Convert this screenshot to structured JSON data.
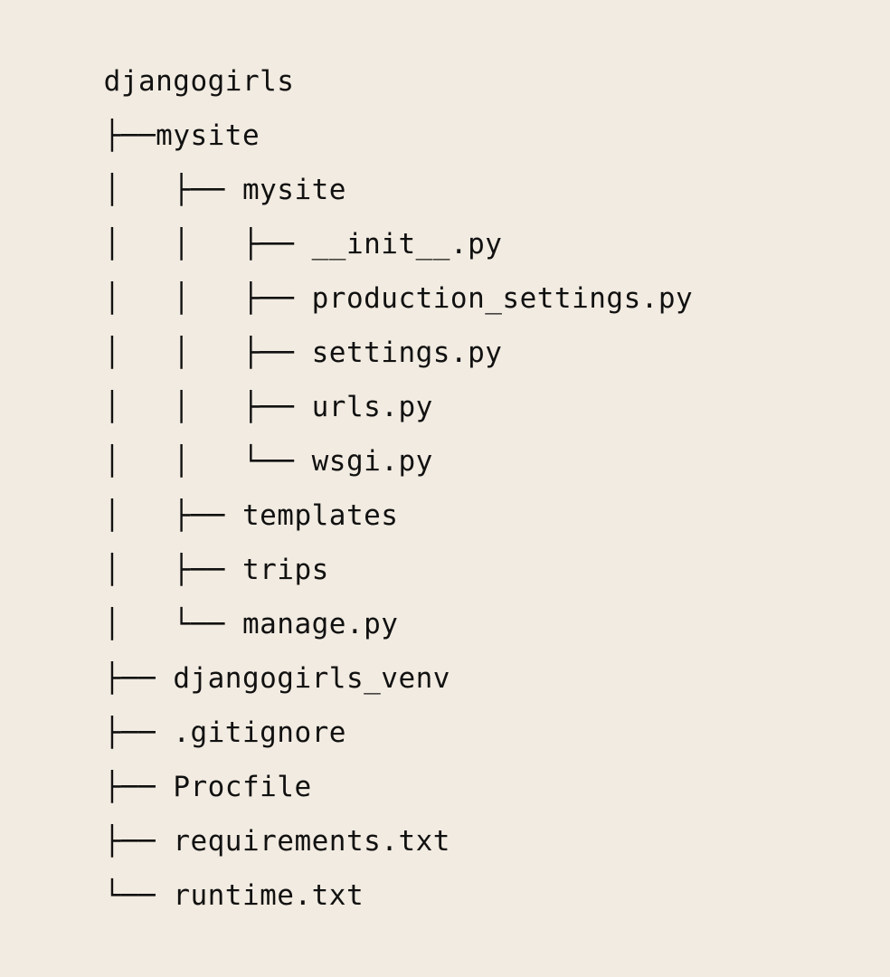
{
  "tree": {
    "root": "djangogirls",
    "rows": [
      {
        "prefix": "├──",
        "label": "mysite"
      },
      {
        "prefix": "│   ├── ",
        "label": "mysite"
      },
      {
        "prefix": "│   │   ├── ",
        "label": "__init__.py"
      },
      {
        "prefix": "│   │   ├── ",
        "label": "production_settings.py"
      },
      {
        "prefix": "│   │   ├── ",
        "label": "settings.py"
      },
      {
        "prefix": "│   │   ├── ",
        "label": "urls.py"
      },
      {
        "prefix": "│   │   └── ",
        "label": "wsgi.py"
      },
      {
        "prefix": "│   ├── ",
        "label": "templates"
      },
      {
        "prefix": "│   ├── ",
        "label": "trips"
      },
      {
        "prefix": "│   └── ",
        "label": "manage.py"
      },
      {
        "prefix": "├── ",
        "label": "djangogirls_venv"
      },
      {
        "prefix": "├── ",
        "label": ".gitignore"
      },
      {
        "prefix": "├── ",
        "label": "Procfile"
      },
      {
        "prefix": "├── ",
        "label": "requirements.txt"
      },
      {
        "prefix": "└── ",
        "label": "runtime.txt"
      }
    ]
  }
}
